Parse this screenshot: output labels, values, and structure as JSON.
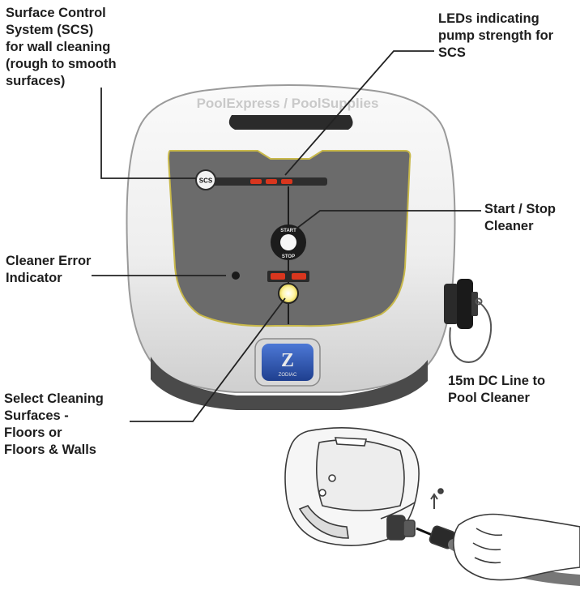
{
  "watermark": "PoolExpress / PoolSupplies",
  "callouts": {
    "scs": "Surface Control\nSystem (SCS)\nfor wall cleaning\n(rough to smooth\nsurfaces)",
    "leds": "LEDs indicating\npump strength for\nSCS",
    "start_stop": "Start / Stop\nCleaner",
    "error": "Cleaner Error\nIndicator",
    "dc_line": "15m DC Line to\nPool Cleaner",
    "select_surfaces": "Select Cleaning\nSurfaces -\nFloors or\nFloors & Walls"
  },
  "panel": {
    "scs_button": "SCS",
    "start_top": "START",
    "start_bottom": "STOP",
    "logo_letter": "Z",
    "logo_text": "ZODIAC"
  },
  "colors": {
    "panel": "#6b6b6b",
    "panel_trim": "#c8b84a",
    "led_red": "#d9361e",
    "logo_blue": "#2a4fa8",
    "select_light": "#fff6a8"
  }
}
